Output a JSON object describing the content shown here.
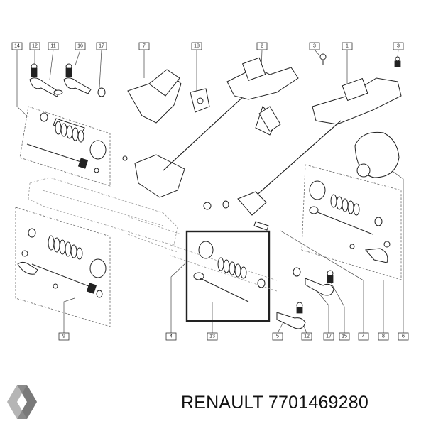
{
  "caption": "RENAULT 7701469280",
  "callouts": [
    "14",
    "12",
    "11",
    "16",
    "17",
    "7",
    "18",
    "2",
    "3",
    "1",
    "3",
    "4",
    "5",
    "13",
    "12",
    "17",
    "15",
    "4",
    "8",
    "6",
    "9"
  ],
  "colors": {
    "line": "#222222",
    "background": "#ffffff",
    "highlight_box": "#222222"
  },
  "logo_icon": "renault-diamond-icon"
}
